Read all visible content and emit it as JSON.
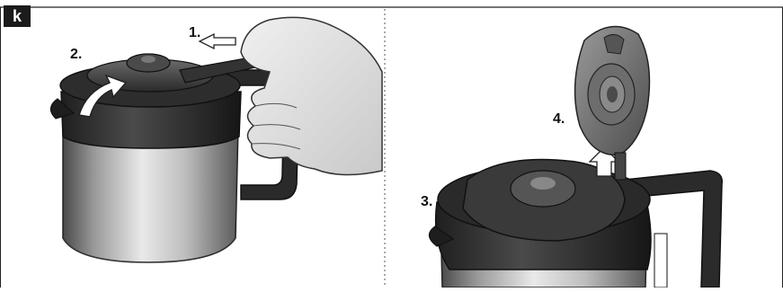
{
  "figure": {
    "label": "k",
    "steps": {
      "s1": "1.",
      "s2": "2.",
      "s3": "3.",
      "s4": "4."
    }
  }
}
